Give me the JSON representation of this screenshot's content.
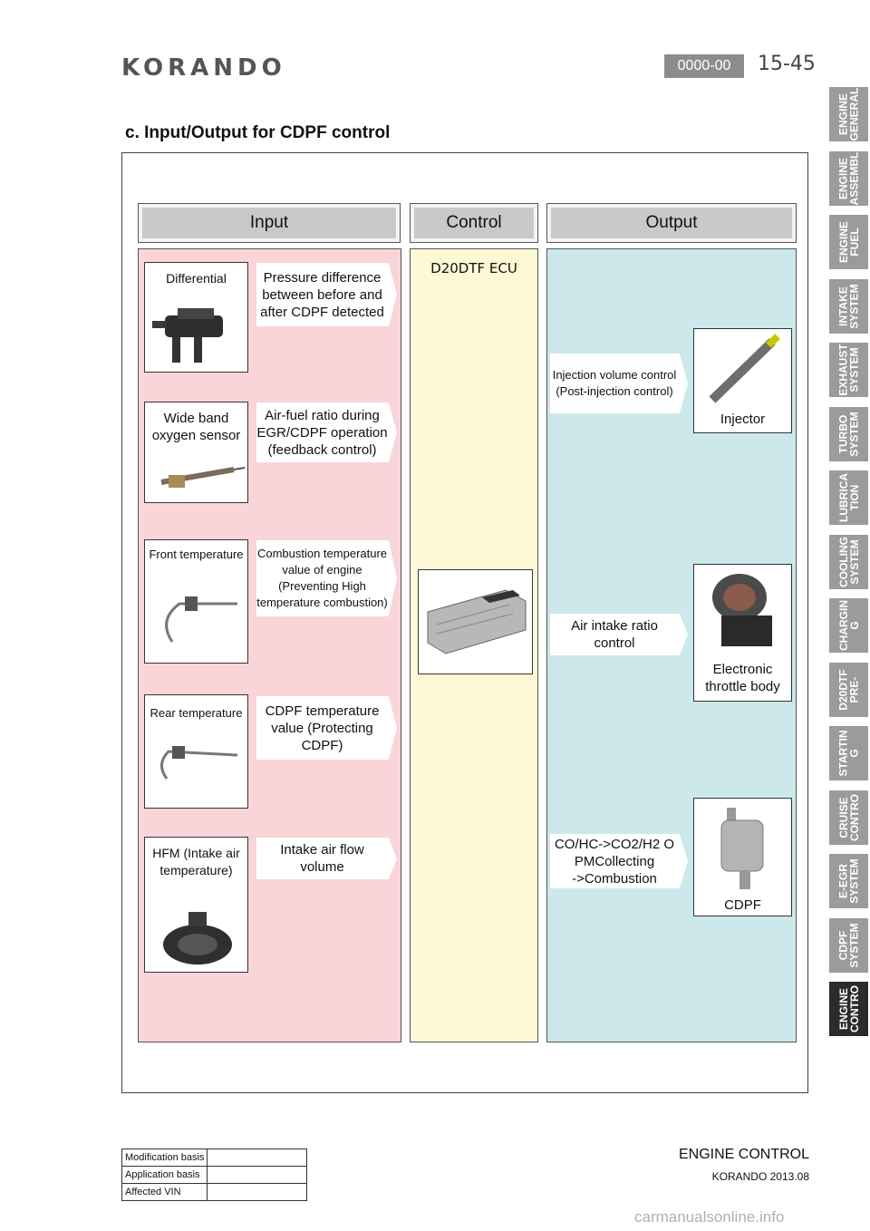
{
  "header": {
    "logo_text": "KORANDO",
    "code": "0000-00",
    "page_number": "15-45",
    "section_title": "c. Input/Output for CDPF control"
  },
  "side_tabs": [
    {
      "label": "ENGINE\nGENERAL",
      "active": false
    },
    {
      "label": "ENGINE\nASSEMBL",
      "active": false
    },
    {
      "label": "ENGINE\nFUEL",
      "active": false
    },
    {
      "label": "INTAKE\nSYSTEM",
      "active": false
    },
    {
      "label": "EXHAUST\nSYSTEM",
      "active": false
    },
    {
      "label": "TURBO\nSYSTEM",
      "active": false
    },
    {
      "label": "LUBRICA\nTION",
      "active": false
    },
    {
      "label": "COOLING\nSYSTEM",
      "active": false
    },
    {
      "label": "CHARGIN\nG",
      "active": false
    },
    {
      "label": "D20DTF\nPRE-",
      "active": false
    },
    {
      "label": "STARTIN\nG",
      "active": false
    },
    {
      "label": "CRUISE\nCONTRO",
      "active": false
    },
    {
      "label": "E-EGR\nSYSTEM",
      "active": false
    },
    {
      "label": "CDPF\nSYSTEM",
      "active": false
    },
    {
      "label": "ENGINE\nCONTRO",
      "active": true
    }
  ],
  "columns": {
    "input": "Input",
    "control": "Control",
    "output": "Output"
  },
  "inputs": [
    {
      "sensor": "Differential",
      "description": "Pressure difference between before and after CDPF detected"
    },
    {
      "sensor": "Wide band oxygen sensor",
      "description": "Air-fuel ratio during EGR/CDPF operation (feedback control)"
    },
    {
      "sensor": "Front temperature",
      "description": "Combustion temperature value of engine (Preventing High temperature combustion)"
    },
    {
      "sensor": "Rear temperature",
      "description": "CDPF temperature value (Protecting CDPF)"
    },
    {
      "sensor": "HFM (Intake air temperature)",
      "description": "Intake air flow volume"
    }
  ],
  "control": {
    "ecu_label": "D20DTF ECU"
  },
  "outputs": [
    {
      "description": "Injection volume control (Post-injection control)",
      "component": "Injector"
    },
    {
      "description": "Air intake ratio control",
      "component": "Electronic throttle body"
    },
    {
      "description_line1": "CO/HC->CO2/H2 O",
      "description_line2": "PMCollecting",
      "description_line3": "->Combustion",
      "component": "CDPF"
    }
  ],
  "footer": {
    "chapter": "ENGINE CONTROL",
    "model_date": "KORANDO 2013.08",
    "rows": [
      "Modification basis",
      "Application basis",
      "Affected VIN"
    ],
    "watermark": "carmanualsonline.info"
  },
  "colors": {
    "input_bg": "#f9d5da",
    "control_bg": "#fdf9d6",
    "output_bg": "#cce8ea",
    "header_bar": "#c9c9c9",
    "tab_gray": "#9b9b9b",
    "tab_active": "#2b2b2b"
  }
}
